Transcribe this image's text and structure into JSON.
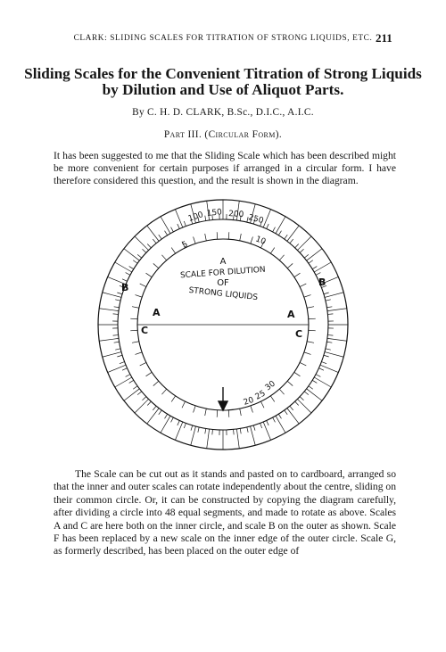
{
  "running_head": "CLARK: SLIDING SCALES FOR TITRATION OF STRONG LIQUIDS, ETC.",
  "page_number": "211",
  "title": "Sliding Scales for the Convenient Titration of Strong Liquids by Dilution and Use of Aliquot Parts.",
  "byline": "By C. H. D. CLARK, B.Sc., D.I.C., A.I.C.",
  "part": "Part III. (Circular Form).",
  "intro_paragraph": "It has been suggested to me that the Sliding Scale which has been described might be more convenient for certain purposes if arranged in a circular form. I have therefore considered this question, and the result is shown in the diagram.",
  "diagram": {
    "centre_text": [
      "A",
      "SCALE FOR DILUTION",
      "OF",
      "STRONG LIQUIDS"
    ],
    "scale_labels": {
      "left_outer": "B",
      "right_outer": "B",
      "left_inner": "A",
      "right_inner": "A",
      "left_c": "C",
      "right_c": "C"
    },
    "top_numbers": [
      "100",
      "150",
      "200",
      "250"
    ],
    "inner_numbers": [
      "5",
      "10",
      "20",
      "25",
      "30"
    ]
  },
  "body_paragraph": "The Scale can be cut out as it stands and pasted on to cardboard, arranged so that the inner and outer scales can rotate independently about the centre, sliding on their common circle. Or, it can be constructed by copying the diagram carefully, after dividing a circle into 48 equal segments, and made to rotate as above. Scales A and C are here both on the inner circle, and scale B on the outer as shown. Scale F has been replaced by a new scale on the inner edge of the outer circle. Scale G, as formerly described, has been placed on the outer edge of"
}
